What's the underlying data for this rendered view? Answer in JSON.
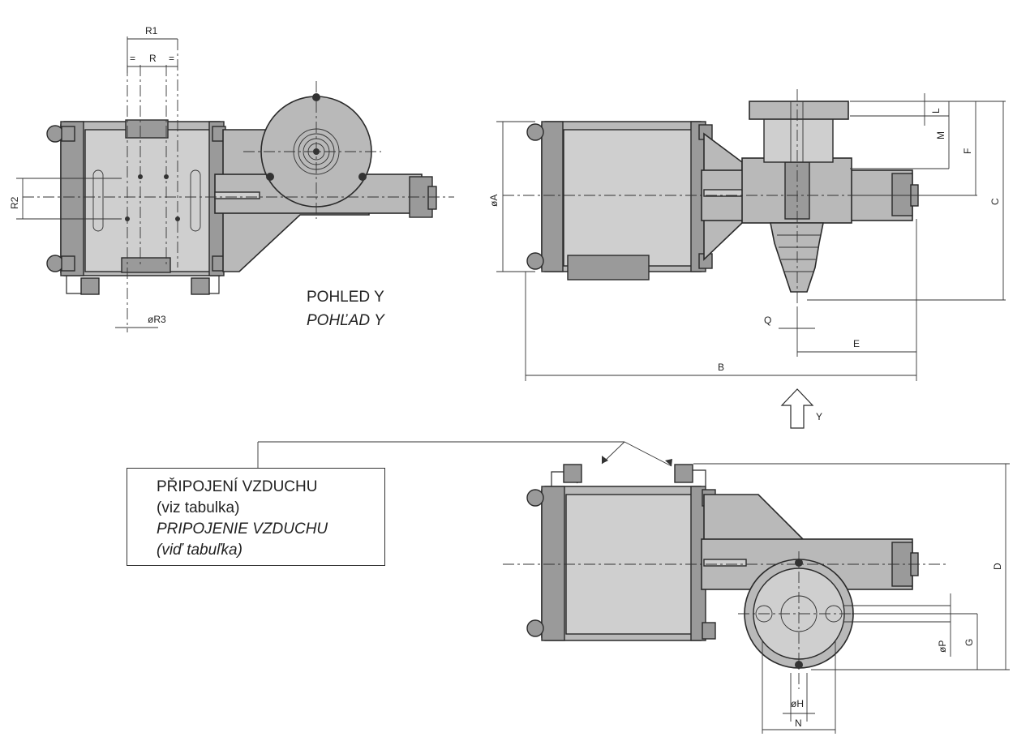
{
  "view_label": {
    "line1": "POHLED Y",
    "line2": "POHĽAD Y"
  },
  "air_connection": {
    "line1": "PŘIPOJENÍ VZDUCHU",
    "line2": "(viz tabulka)",
    "line3": "PRIPOJENIE VZDUCHU",
    "line4": "(viď tabuľka)"
  },
  "dimensions": {
    "R1": "R1",
    "R": "R",
    "eq_left": "=",
    "eq_right": "=",
    "R2": "R2",
    "R3": "øR3",
    "A": "øA",
    "B": "B",
    "C": "C",
    "E": "E",
    "F": "F",
    "L": "L",
    "M": "M",
    "Q": "Q",
    "D": "D",
    "G": "G",
    "P": "øP",
    "H": "øH",
    "N": "N",
    "Y": "Y"
  }
}
